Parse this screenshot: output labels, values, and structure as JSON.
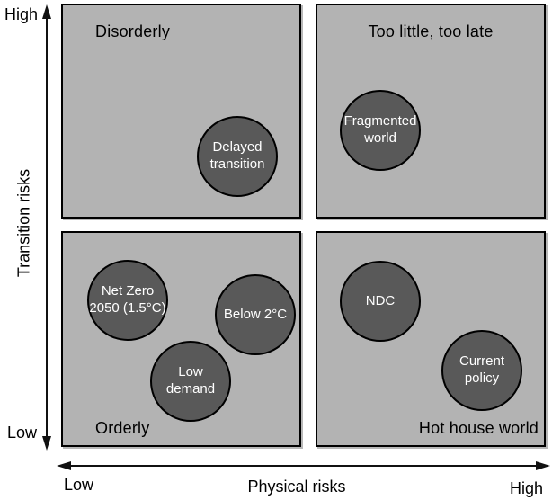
{
  "figure": {
    "y_axis": {
      "title": "Transition risks",
      "high": "High",
      "low": "Low"
    },
    "x_axis": {
      "title": "Physical risks",
      "low": "Low",
      "high": "High"
    },
    "quadrants": [
      {
        "id": "disorderly",
        "label": "Disorderly"
      },
      {
        "id": "too-little-too-late",
        "label": "Too little, too late"
      },
      {
        "id": "orderly",
        "label": "Orderly"
      },
      {
        "id": "hot-house-world",
        "label": "Hot house world"
      }
    ],
    "scenarios": [
      {
        "id": "delayed-transition",
        "quadrant": "disorderly",
        "label": "Delayed\ntransition"
      },
      {
        "id": "fragmented-world",
        "quadrant": "too-little-too-late",
        "label": "Fragmented\nworld"
      },
      {
        "id": "net-zero-2050",
        "quadrant": "orderly",
        "label": "Net Zero\n2050 (1.5°C)"
      },
      {
        "id": "below-2c",
        "quadrant": "orderly",
        "label": "Below 2°C"
      },
      {
        "id": "low-demand",
        "quadrant": "orderly",
        "label": "Low\ndemand"
      },
      {
        "id": "ndc",
        "quadrant": "hot-house-world",
        "label": "NDC"
      },
      {
        "id": "current-policy",
        "quadrant": "hot-house-world",
        "label": "Current\npolicy"
      }
    ],
    "colors": {
      "quadrant_fill": "#b3b3b3",
      "circle_fill": "#595959",
      "border": "#000000",
      "circle_text": "#ffffff",
      "label_text": "#000000"
    }
  }
}
